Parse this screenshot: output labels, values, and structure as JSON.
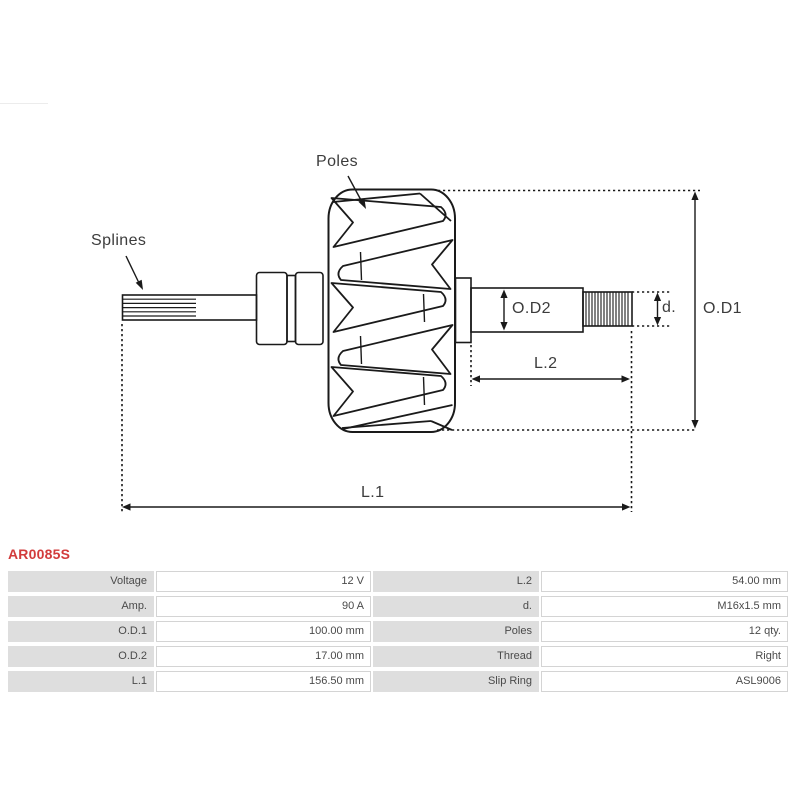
{
  "part_number": "AR0085S",
  "colors": {
    "part_number_red": "#d23b3b",
    "drawing_line": "#1a1a1a",
    "table_label_bg": "#dedede",
    "table_value_border": "#d4d4d4",
    "table_text": "#4a4a4a"
  },
  "diagram": {
    "labels": {
      "poles": "Poles",
      "splines": "Splines",
      "od2": "O.D2",
      "d": "d.",
      "od1": "O.D1",
      "l2": "L.2",
      "l1": "L.1"
    }
  },
  "table": {
    "rows": [
      [
        "Voltage",
        "12 V",
        "L.2",
        "54.00 mm"
      ],
      [
        "Amp.",
        "90 A",
        "d.",
        "M16x1.5 mm"
      ],
      [
        "O.D.1",
        "100.00 mm",
        "Poles",
        "12 qty."
      ],
      [
        "O.D.2",
        "17.00 mm",
        "Thread",
        "Right"
      ],
      [
        "L.1",
        "156.50 mm",
        "Slip Ring",
        "ASL9006"
      ]
    ]
  }
}
